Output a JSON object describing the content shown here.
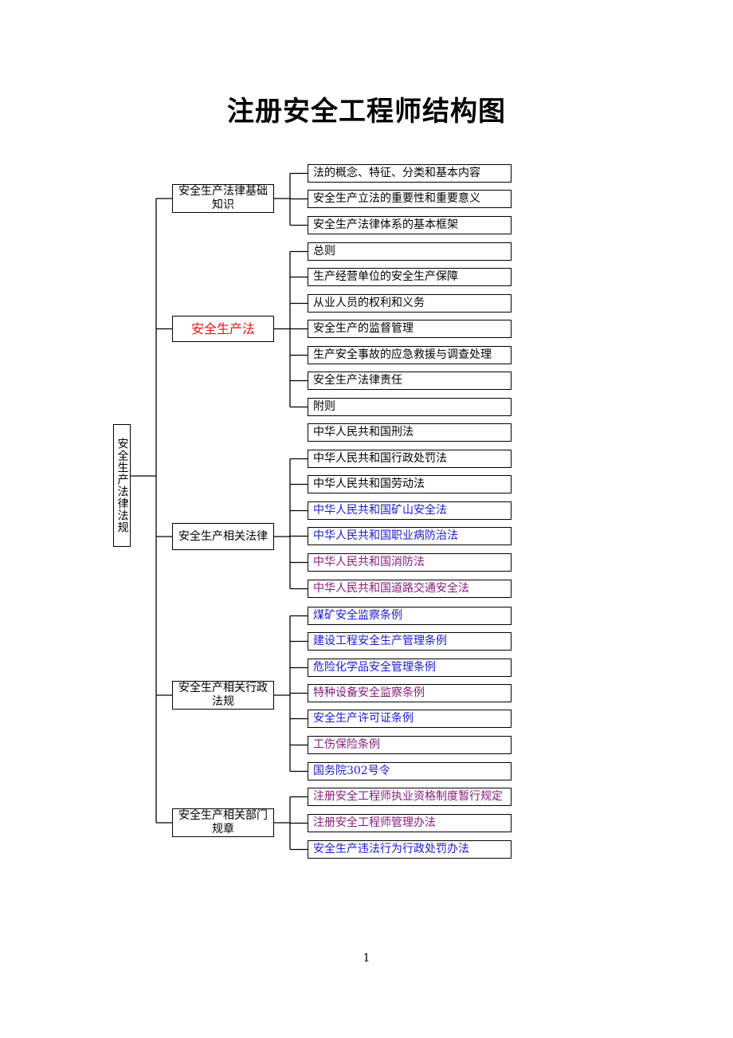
{
  "title": "注册安全工程师结构图",
  "root": {
    "label": "安全生产法律法规"
  },
  "categories": [
    {
      "label": "安全生产法律基础知识",
      "color": "c-black",
      "items": [
        {
          "text": "法的概念、特征、分类和基本内容",
          "color": "c-black"
        },
        {
          "text": "安全生产立法的重要性和重要意义",
          "color": "c-black"
        },
        {
          "text": "安全生产法律体系的基本框架",
          "color": "c-black"
        }
      ]
    },
    {
      "label": "安全生产法",
      "color": "c-red",
      "items": [
        {
          "text": "总则",
          "color": "c-black"
        },
        {
          "text": "生产经营单位的安全生产保障",
          "color": "c-black"
        },
        {
          "text": "从业人员的权利和义务",
          "color": "c-black"
        },
        {
          "text": "安全生产的监督管理",
          "color": "c-black"
        },
        {
          "text": "生产安全事故的应急救援与调查处理",
          "color": "c-black"
        },
        {
          "text": "安全生产法律责任",
          "color": "c-black"
        },
        {
          "text": "附则",
          "color": "c-black"
        }
      ]
    },
    {
      "label": "安全生产相关法律",
      "color": "c-black",
      "items": [
        {
          "text": "中华人民共和国刑法",
          "color": "c-black"
        },
        {
          "text": "中华人民共和国行政处罚法",
          "color": "c-black"
        },
        {
          "text": "中华人民共和国劳动法",
          "color": "c-black"
        },
        {
          "text": "中华人民共和国矿山安全法",
          "color": "c-blue"
        },
        {
          "text": "中华人民共和国职业病防治法",
          "color": "c-blue"
        },
        {
          "text": "中华人民共和国消防法",
          "color": "c-purple"
        },
        {
          "text": "中华人民共和国道路交通安全法",
          "color": "c-purple"
        }
      ]
    },
    {
      "label": "安全生产相关行政法规",
      "color": "c-black",
      "items": [
        {
          "text": "煤矿安全监察条例",
          "color": "c-blue"
        },
        {
          "text": "建设工程安全生产管理条例",
          "color": "c-blue"
        },
        {
          "text": "危险化学品安全管理条例",
          "color": "c-blue"
        },
        {
          "text": "特种设备安全监察条例",
          "color": "c-purple"
        },
        {
          "text": "安全生产许可证条例",
          "color": "c-blue"
        },
        {
          "text": "工伤保险条例",
          "color": "c-purple"
        },
        {
          "text": "国务院302号令",
          "color": "c-blue"
        }
      ]
    },
    {
      "label": "安全生产相关部门规章",
      "color": "c-black",
      "items": [
        {
          "text": "注册安全工程师执业资格制度暂行规定",
          "color": "c-purple"
        },
        {
          "text": "注册安全工程师管理办法",
          "color": "c-purple"
        },
        {
          "text": "安全生产违法行为行政处罚办法",
          "color": "c-blue"
        }
      ]
    }
  ],
  "page_number": "1"
}
